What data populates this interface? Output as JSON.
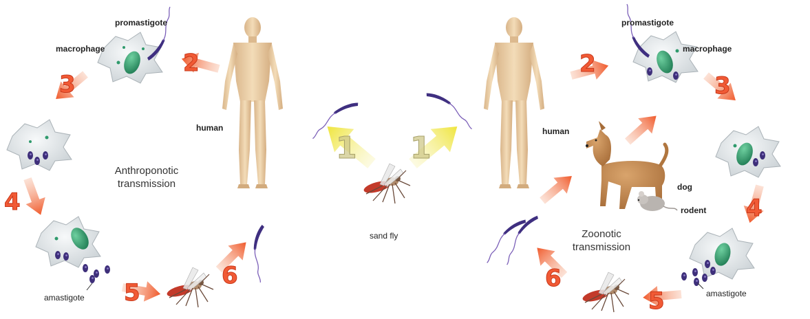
{
  "labels": {
    "promastigote": "promastigote",
    "macrophage": "macrophage",
    "human": "human",
    "amastigote": "amastigote",
    "sand_fly": "sand fly",
    "dog": "dog",
    "rodent": "rodent"
  },
  "titles": {
    "left_line1": "Anthroponotic",
    "left_line2": "transmission",
    "right_line1": "Zoonotic",
    "right_line2": "transmission"
  },
  "steps": {
    "one": "1",
    "two": "2",
    "three": "3",
    "four": "4",
    "five": "5",
    "six": "6"
  },
  "colors": {
    "step_arrow": "#f26a3c",
    "step_number": "#f15a35",
    "fly_arrow": "#f0e84a",
    "cell": "#e9ecee",
    "nucleus": "#2f9a6c",
    "parasite": "#3e2f7a",
    "skin": "#edd0a6",
    "dog": "#c48a52",
    "rodent": "#b9b4b0"
  }
}
